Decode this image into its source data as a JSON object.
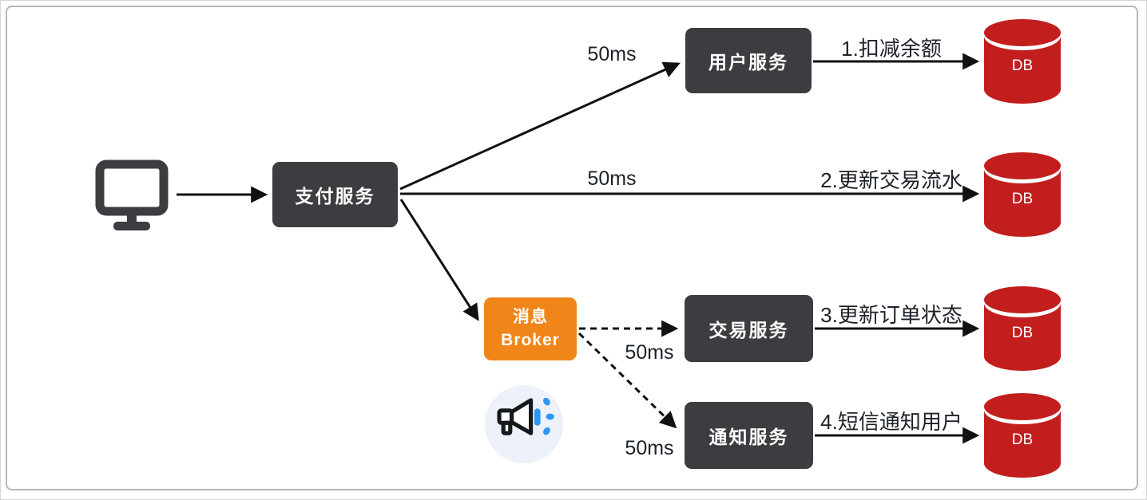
{
  "nodes": {
    "payment_service": {
      "label": "支付服务"
    },
    "user_service": {
      "label": "用户服务"
    },
    "transaction_service": {
      "label": "交易服务"
    },
    "notification_service": {
      "label": "通知服务"
    },
    "message_broker": {
      "line1": "消息",
      "line2": "Broker"
    },
    "db": {
      "label": "DB"
    }
  },
  "edge_labels": {
    "payment_to_user_latency": "50ms",
    "payment_to_db_latency": "50ms",
    "broker_to_transaction_latency": "50ms",
    "broker_to_notification_latency": "50ms",
    "user_to_db_step": "1.扣减余额",
    "payment_to_db_step": "2.更新交易流水",
    "transaction_to_db_step": "3.更新订单状态",
    "notification_to_db_step": "4.短信通知用户"
  },
  "icons": {
    "client": "monitor-icon",
    "broker_decoration": "megaphone-icon",
    "database": "database-cylinder-icon"
  },
  "colors": {
    "service_box": "#3c3d40",
    "broker_box": "#f08519",
    "db_red": "#c21e1e",
    "arrow": "#111111",
    "label_text": "#1d2129",
    "box_text": "#ffffff",
    "megaphone_wave": "#2e96f0",
    "megaphone_bg": "#edf1fa",
    "frame_border": "#b7b7b7"
  }
}
